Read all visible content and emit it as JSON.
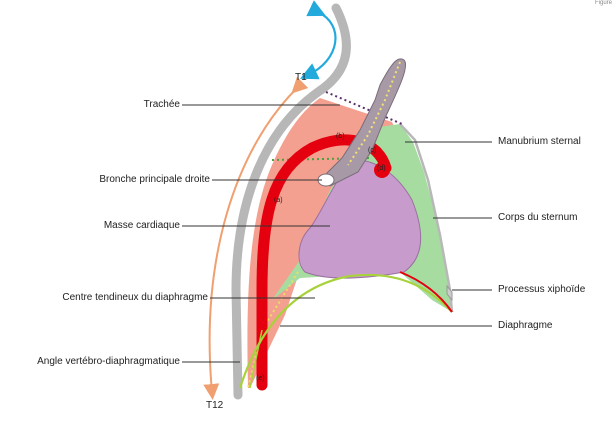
{
  "figure": {
    "vertebra_top": "T1",
    "vertebra_bottom": "T12",
    "corner_mark": "Figure"
  },
  "labels_left": [
    {
      "id": "trachee",
      "text": "Trachée"
    },
    {
      "id": "bronche",
      "text": "Bronche principale droite"
    },
    {
      "id": "masse",
      "text": "Masse cardiaque"
    },
    {
      "id": "centre",
      "text": "Centre tendineux du diaphragme"
    },
    {
      "id": "angle",
      "text": "Angle vertébro-diaphragmatique"
    }
  ],
  "labels_right": [
    {
      "id": "manubrium",
      "text": "Manubrium sternal"
    },
    {
      "id": "corps",
      "text": "Corps du sternum"
    },
    {
      "id": "xiphoide",
      "text": "Processus xiphoïde"
    },
    {
      "id": "diaphragme",
      "text": "Diaphragme"
    }
  ],
  "vessel_tags": {
    "aorta_desc": "(a)",
    "aorta_arch": "(b)",
    "aorta_asc": "(c)",
    "aorta_root": "(d)",
    "aorta_low": "(e)"
  },
  "colors": {
    "spine": "#b7b7b7",
    "posterior_mediastinum": "#f4a090",
    "anterior_mediastinum": "#a6dca0",
    "heart": "#c79ccc",
    "trachea": "#a79aa6",
    "aorta": "#e5000f",
    "diaphragm_line": "#a8d23c",
    "arrow_orange": "#f0a070",
    "arrow_blue": "#22aadd"
  }
}
